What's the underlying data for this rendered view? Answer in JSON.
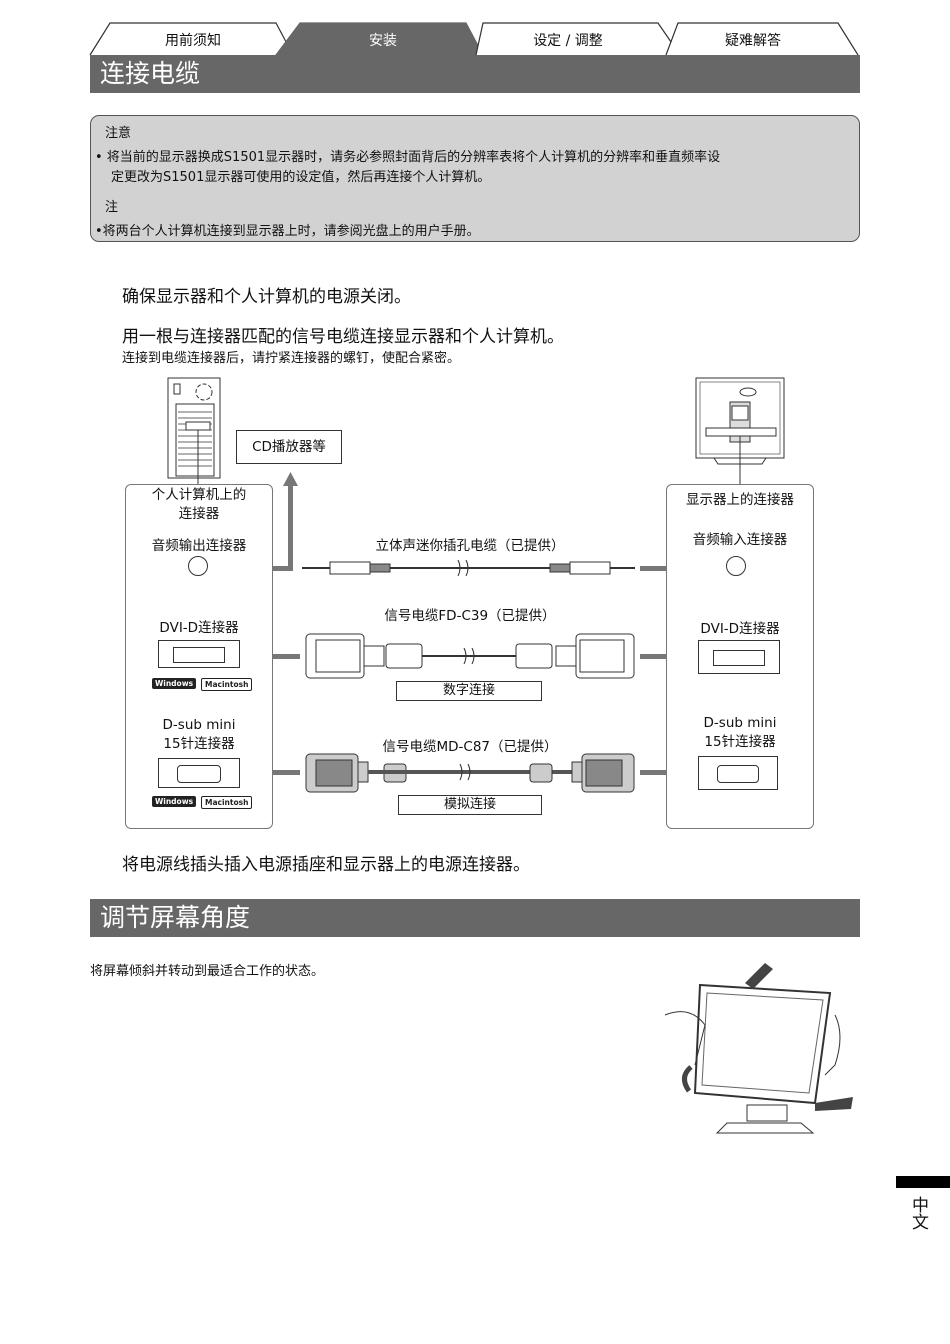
{
  "tabs": [
    {
      "label": "用前须知"
    },
    {
      "label": "安装",
      "active": true
    },
    {
      "label": "设定 / 调整"
    },
    {
      "label": "疑难解答"
    }
  ],
  "section1": {
    "title": "连接电缆",
    "notice": {
      "heading1": "注意",
      "line1": "• 将当前的显示器换成S1501显示器时，请务必参照封面背后的分辨率表将个人计算机的分辨率和垂直频率设",
      "line2": "定更改为S1501显示器可使用的设定值，然后再连接个人计算机。",
      "heading2": "注",
      "line3": "•将两台个人计算机连接到显示器上时，请参阅光盘上的用户手册。"
    },
    "step1": "确保显示器和个人计算机的电源关闭。",
    "step2": "用一根与连接器匹配的信号电缆连接显示器和个人计算机。",
    "step2_note": "连接到电缆连接器后，请拧紧连接器的螺钉，使配合紧密。",
    "step3": "将电源线插头插入电源插座和显示器上的电源连接器。"
  },
  "diagram": {
    "cd_player": "CD播放器等",
    "pc_panel_title": "个人计算机上的\n连接器",
    "monitor_panel_title": "显示器上的连接器",
    "pc_audio": "音频输出连接器",
    "monitor_audio": "音频输入连接器",
    "audio_cable": "立体声迷你插孔电缆（已提供）",
    "pc_dvi": "DVI-D连接器",
    "monitor_dvi": "DVI-D连接器",
    "dvi_cable": "信号电缆FD-C39（已提供）",
    "digital": "数字连接",
    "pc_dsub": "D-sub mini\n15针连接器",
    "monitor_dsub": "D-sub mini\n15针连接器",
    "dsub_cable": "信号电缆MD-C87（已提供）",
    "analog": "模拟连接",
    "badge_windows": "Windows",
    "badge_mac": "Macintosh"
  },
  "section2": {
    "title": "调节屏幕角度",
    "body": "将屏幕倾斜并转动到最适合工作的状态。"
  },
  "language_tab": "中文"
}
